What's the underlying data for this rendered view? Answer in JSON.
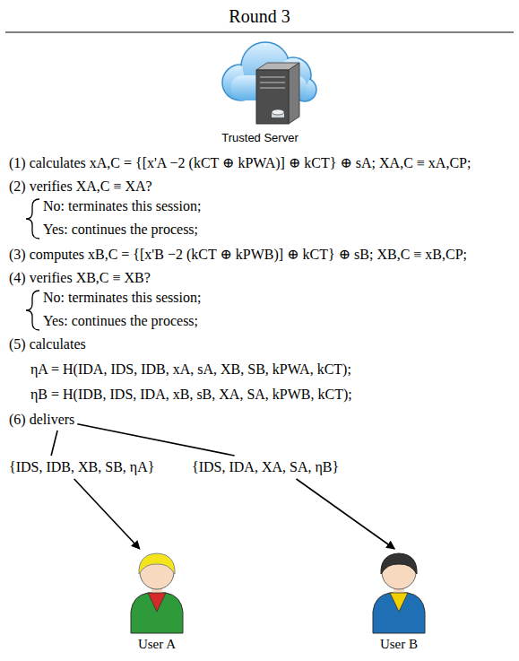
{
  "diagram": {
    "title": "Round 3",
    "nodes": [
      {
        "text": [
          "Trusted Server"
        ]
      },
      {
        "text": [
          "(6) delivers"
        ]
      },
      {
        "text": [
          "{IDS, IDB, XB, SB, ηA}"
        ]
      },
      {
        "text": [
          "{IDS, IDA, XA, SA, ηB}"
        ]
      },
      {
        "text": [
          "User A"
        ]
      },
      {
        "text": [
          "User B"
        ]
      }
    ],
    "edges": [
      {
        "from": 1,
        "to": 2,
        "arrow": "none"
      },
      {
        "from": 1,
        "to": 3,
        "arrow": "none"
      },
      {
        "from": 2,
        "to": 4,
        "arrow": "to"
      },
      {
        "from": 3,
        "to": 5,
        "arrow": "to"
      }
    ],
    "labels": [
      "(1) calculates xA,C = {[x'A −2 (kCT ⊕ kPWA)] ⊕ kCT} ⊕ sA;  XA,C ≡ xA,CP;",
      "(2) verifies XA,C ≡ XA?",
      "No: terminates this session;",
      "Yes: continues the process;",
      "(3) computes xB,C = {[x'B −2 (kCT ⊕ kPWB)] ⊕ kCT} ⊕ sB;  XB,C ≡ xB,CP;",
      "(4) verifies XB,C ≡ XB?",
      "No: terminates this session;",
      "Yes: continues the process;",
      "(5) calculates",
      "ηA = H(IDA, IDS, IDB, xA, sA, XB, SB, kPWA, kCT);",
      "ηB = H(IDB, IDS, IDA, xB, sB, XA, SA, kPWB, kCT);"
    ]
  }
}
